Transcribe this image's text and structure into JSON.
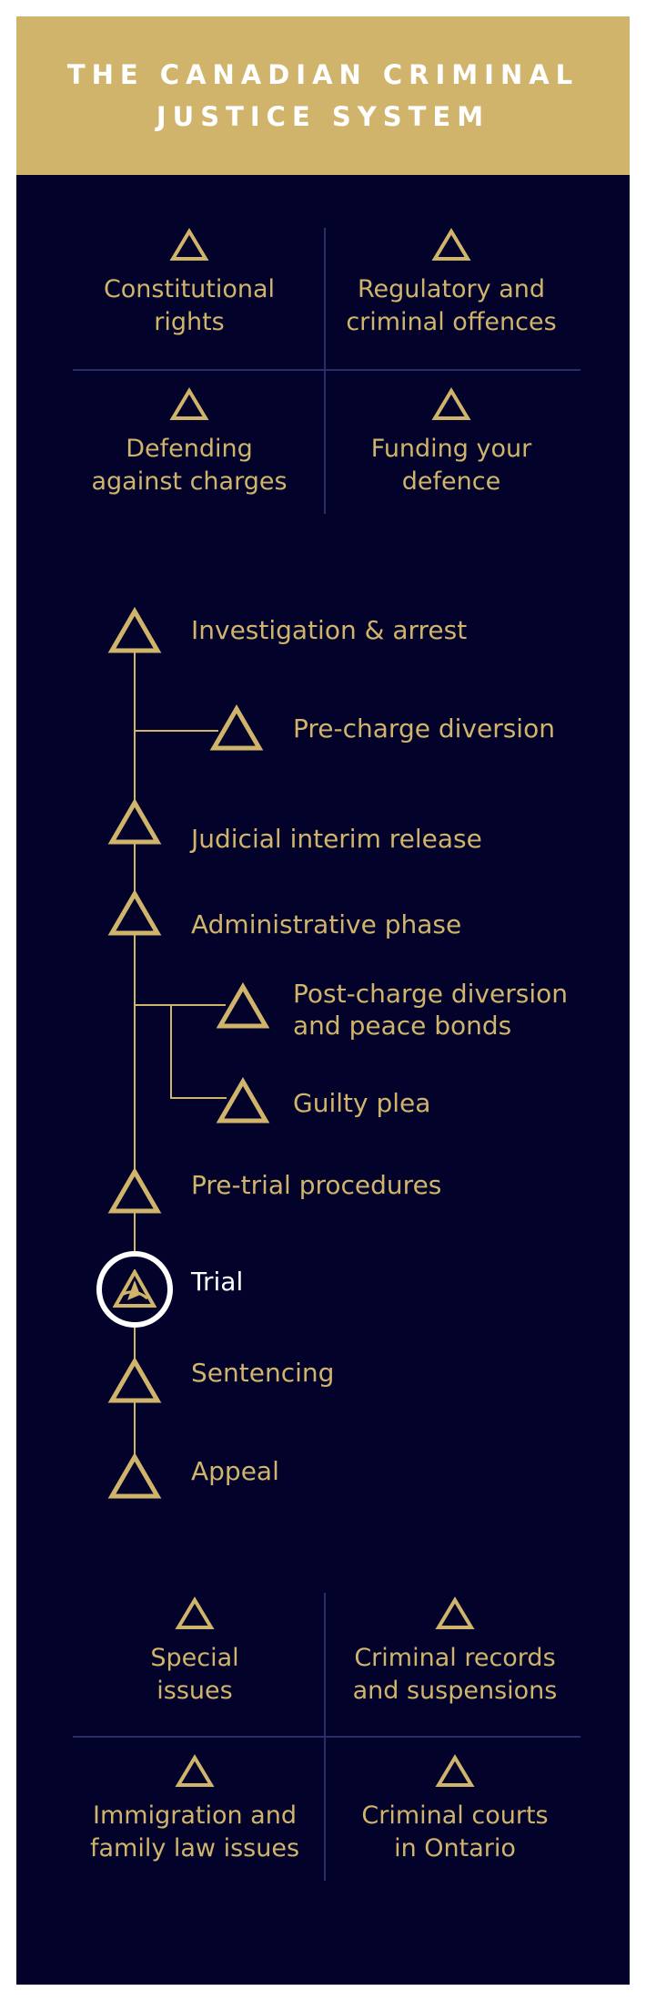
{
  "header": {
    "title_line1": "THE CANADIAN CRIMINAL",
    "title_line2": "JUSTICE SYSTEM"
  },
  "top_grid": [
    {
      "line1": "Constitutional",
      "line2": "rights"
    },
    {
      "line1": "Regulatory and",
      "line2": "criminal offences"
    },
    {
      "line1": "Defending",
      "line2": "against charges"
    },
    {
      "line1": "Funding your",
      "line2": "defence"
    }
  ],
  "timeline": {
    "investigation": "Investigation & arrest",
    "pre_charge_diversion": "Pre-charge diversion",
    "judicial_interim_release": "Judicial interim release",
    "administrative_phase": "Administrative phase",
    "post_charge_line1": "Post-charge diversion",
    "post_charge_line2": "and peace bonds",
    "guilty_plea": "Guilty plea",
    "pre_trial": "Pre-trial procedures",
    "trial": "Trial",
    "sentencing": "Sentencing",
    "appeal": "Appeal"
  },
  "bottom_grid": [
    {
      "line1": "Special",
      "line2": "issues"
    },
    {
      "line1": "Criminal records",
      "line2": "and suspensions"
    },
    {
      "line1": "Immigration and",
      "line2": "family law issues"
    },
    {
      "line1": "Criminal courts",
      "line2": "in Ontario"
    }
  ],
  "colors": {
    "navy": "#02022a",
    "gold": "#d1b46c",
    "divider": "#2b2e66",
    "white": "#ffffff"
  },
  "icons": {
    "node": "triangle-icon",
    "current": "trial-logo-icon"
  }
}
